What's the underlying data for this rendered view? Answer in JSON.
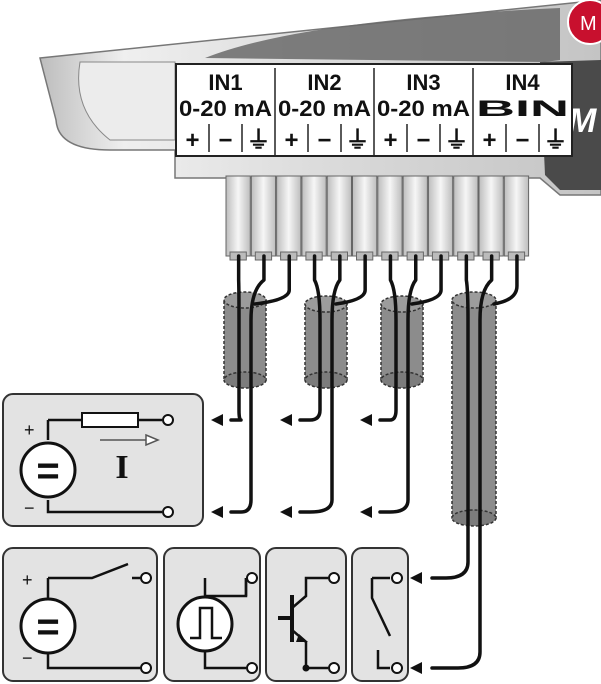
{
  "terminals": [
    {
      "name": "IN1",
      "type": "0-20 mA"
    },
    {
      "name": "IN2",
      "type": "0-20 mA"
    },
    {
      "name": "IN3",
      "type": "0-20 mA"
    },
    {
      "name": "IN4",
      "type": "BIN"
    }
  ],
  "pin_symbols": [
    "+",
    "−",
    "⏚"
  ],
  "current_symbol": "I",
  "plus_sign": "+",
  "minus_sign": "−",
  "equals_sign": "=",
  "brand_fragment": "M",
  "icons": {
    "current_source": "current-source-icon",
    "contact_source": "switched-source-icon",
    "pulse": "pulse-generator-icon",
    "transistor": "open-collector-transistor-icon",
    "contact": "dry-contact-icon"
  },
  "colors": {
    "housing": "#d9d9d9",
    "housing_dark": "#5a5a5a",
    "brand_red": "#c8102e",
    "shield": "#8c8c8c",
    "panel": "#e3e3e3",
    "wire": "#111111"
  }
}
